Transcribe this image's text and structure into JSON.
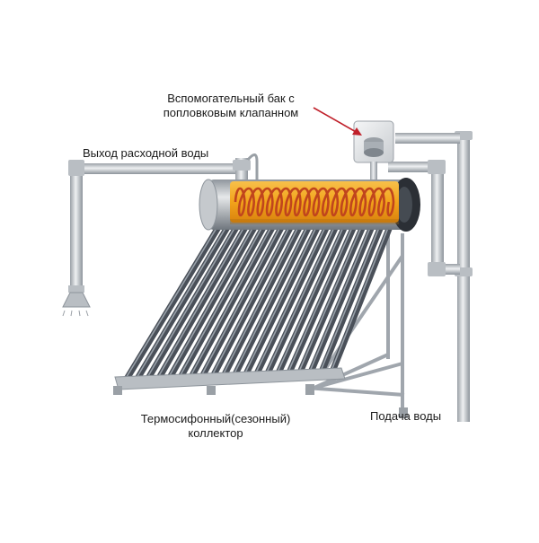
{
  "labels": {
    "aux_tank_line1": "Вспомогательный бак с",
    "aux_tank_line2": "попловковым клапанном",
    "hot_water_outlet": "Выход расходной воды",
    "collector_line1": "Термосифонный(сезонный)",
    "collector_line2": "коллектор",
    "water_supply": "Подача воды"
  },
  "colors": {
    "background": "#ffffff",
    "pipe": "#c9cdd2",
    "steel": "#a7adb4",
    "tank_cutaway": "#f2a31b",
    "coil": "#c0451d",
    "vacuum_tube": "#4a5059",
    "leader_arrow": "#c0202a"
  },
  "components": {
    "vacuum_tube_count": 20
  }
}
